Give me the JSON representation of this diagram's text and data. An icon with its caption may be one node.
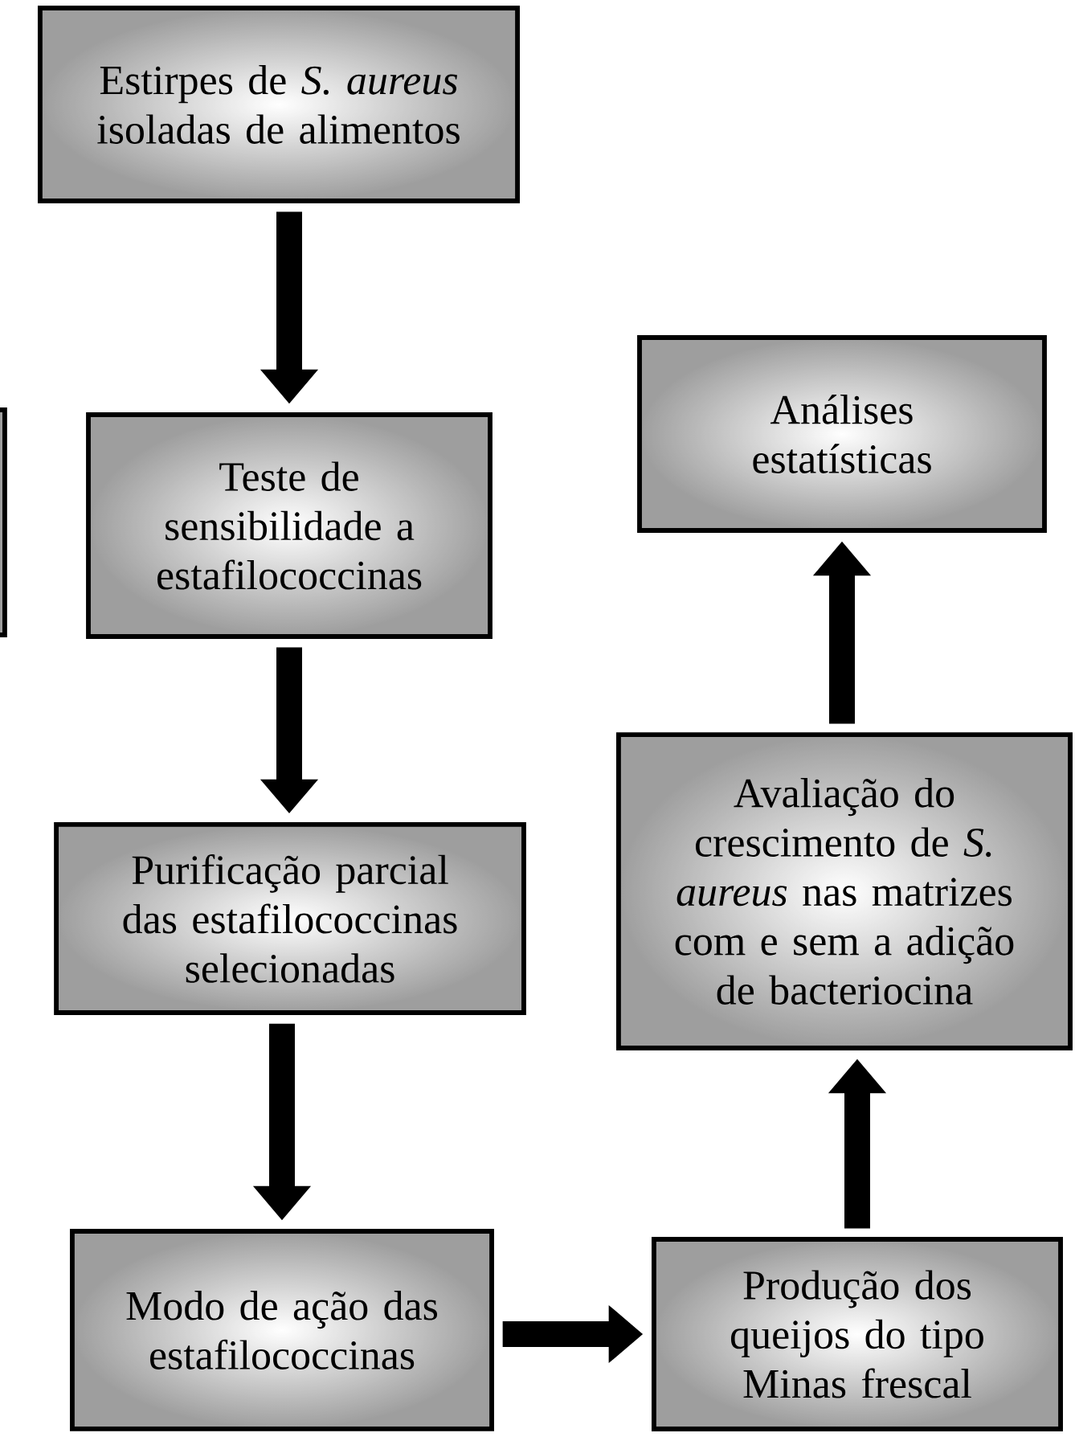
{
  "diagram": {
    "nodes": [
      {
        "text": [
          "Estirpes de *S. aureus* isoladas de alimentos"
        ]
      },
      {
        "text": [],
        "shape": "box"
      },
      {
        "text": [
          "Teste de sensibilidade a estafilococcinas"
        ]
      },
      {
        "text": [
          "Análises estatísticas"
        ]
      },
      {
        "text": [
          "Purificação parcial das estafilococcinas selecionadas"
        ]
      },
      {
        "text": [
          "Avaliação do crescimento de *S. aureus* nas matrizes com e sem a adição de bacteriocina"
        ]
      },
      {
        "text": [
          "Modo de ação das estafilococcinas"
        ]
      },
      {
        "text": [
          "Produção dos queijos do tipo Minas frescal"
        ]
      }
    ],
    "edges": [
      {
        "from": 0,
        "to": 2,
        "arrow": "to"
      },
      {
        "from": 2,
        "to": 4,
        "arrow": "to"
      },
      {
        "from": 4,
        "to": 6,
        "arrow": "to"
      },
      {
        "from": 6,
        "to": 7,
        "arrow": "to"
      },
      {
        "from": 7,
        "to": 5,
        "arrow": "to"
      },
      {
        "from": 5,
        "to": 3,
        "arrow": "to"
      }
    ]
  }
}
